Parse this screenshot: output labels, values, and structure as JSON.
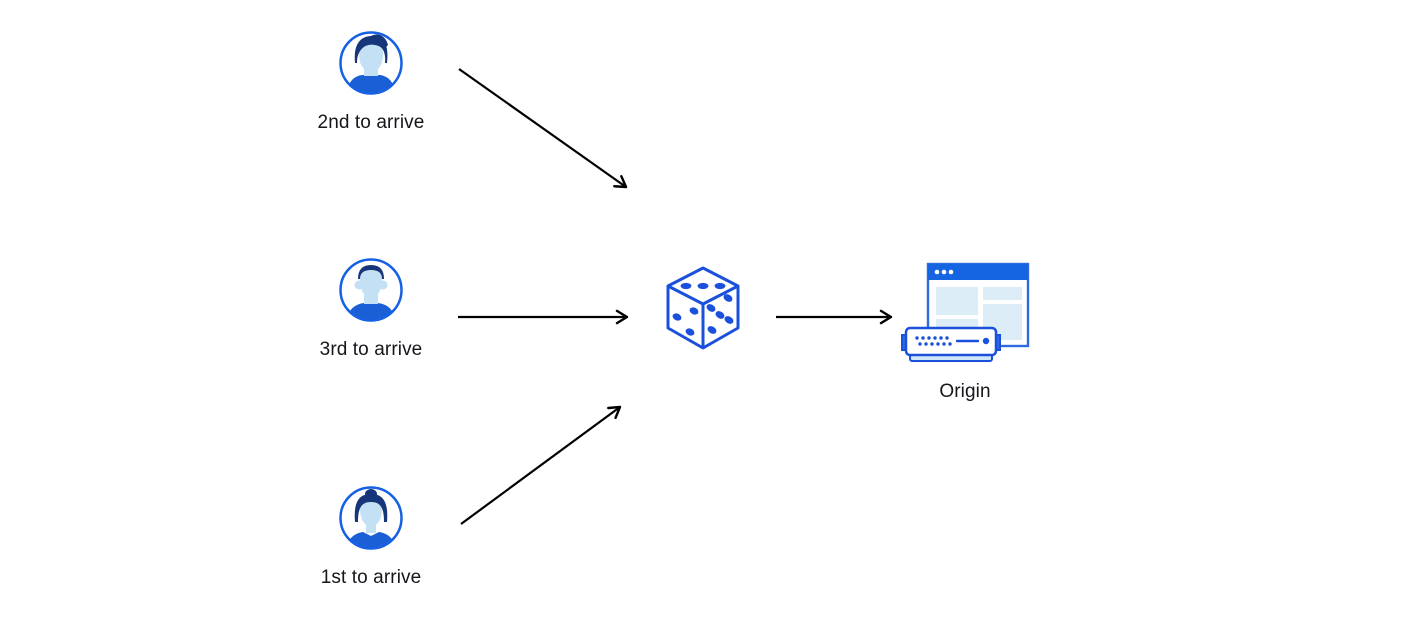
{
  "page": {
    "background": "#ffffff"
  },
  "colors": {
    "primary_blue": "#1560e4",
    "hair_navy": "#17367a",
    "skin_light_blue": "#c3e0f5",
    "shirt_blue": "#1a5fd6",
    "dice_blue": "#1b50dc",
    "browser_border_blue": "#2e6be0",
    "browser_header_blue": "#1565e2",
    "panel_light_blue": "#ddedf8",
    "server_base_blue": "#cfe6f7",
    "arrow_black": "#000000",
    "label_text": "#14161a"
  },
  "diagram": {
    "users": [
      {
        "label": "2nd to arrive",
        "icon": "male-avatar-swoop-hair-icon"
      },
      {
        "label": "3rd to arrive",
        "icon": "male-avatar-short-hair-icon"
      },
      {
        "label": "1st to arrive",
        "icon": "female-avatar-bun-hair-icon"
      }
    ],
    "router": {
      "icon": "dice-icon"
    },
    "origin": {
      "label": "Origin",
      "icon": "origin-server-browser-icon"
    },
    "arrows": [
      {
        "from": "user-2nd-to-arrive",
        "to": "dice-router"
      },
      {
        "from": "user-3rd-to-arrive",
        "to": "dice-router"
      },
      {
        "from": "user-1st-to-arrive",
        "to": "dice-router"
      },
      {
        "from": "dice-router",
        "to": "origin"
      }
    ]
  }
}
